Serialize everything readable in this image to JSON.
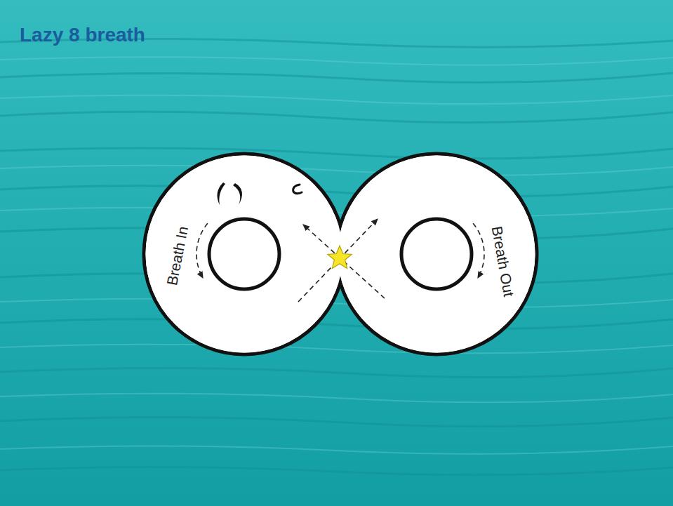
{
  "diagram": {
    "title": "Lazy 8 breath",
    "nodes": [
      {
        "text": [
          "Breath In",
          "Breath Out"
        ]
      }
    ]
  }
}
